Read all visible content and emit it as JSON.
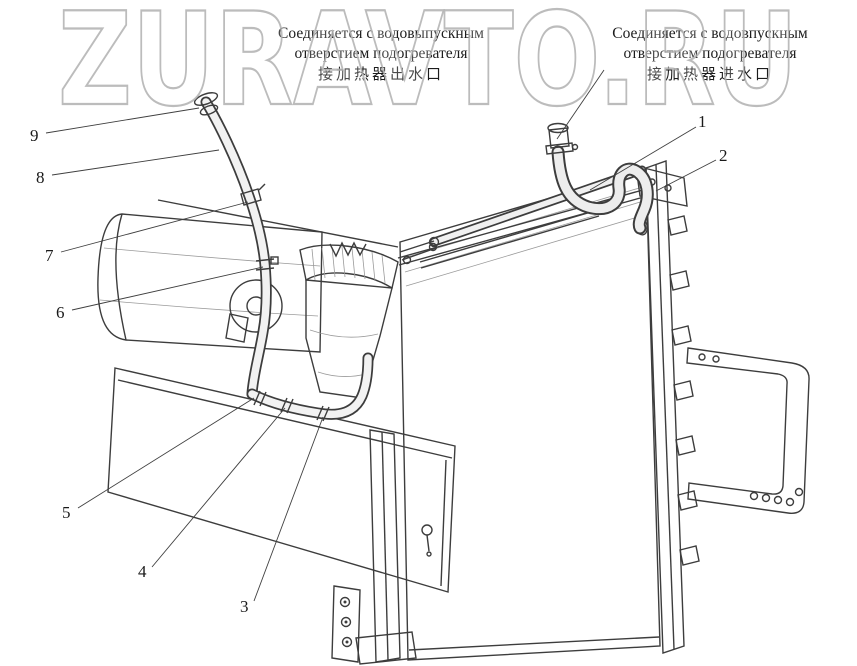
{
  "watermark": {
    "text": "ZURAVTO.RU"
  },
  "annotations": {
    "left": {
      "ru_line1": "Соединяется с водовыпускным",
      "ru_line2": "отверстием подогревателя",
      "zh": "接加热器出水口"
    },
    "right": {
      "ru_line1": "Соединяется с водовпускным",
      "ru_line2": "отверстием подогревателя",
      "zh": "接加热器进水口"
    }
  },
  "callouts": [
    {
      "label": "1"
    },
    {
      "label": "2"
    },
    {
      "label": "3"
    },
    {
      "label": "4"
    },
    {
      "label": "5"
    },
    {
      "label": "6"
    },
    {
      "label": "7"
    },
    {
      "label": "8"
    },
    {
      "label": "9"
    }
  ]
}
